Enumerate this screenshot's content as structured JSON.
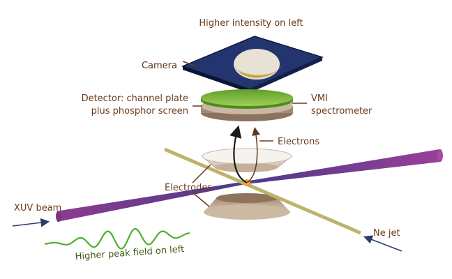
{
  "labels": {
    "top_note": "Higher intensity on left",
    "camera": "Camera",
    "detector_line1": "Detector: channel plate",
    "detector_line2": "plus phosphor screen",
    "vmi_line1": "VMI",
    "vmi_line2": "spectrometer",
    "electrons": "Electrons",
    "electrodes": "Electrodes",
    "xuv_beam": "XUV beam",
    "ne_jet": "Ne jet",
    "peak_field": "Higher peak field on left"
  },
  "colors": {
    "camera_face": "#1f2f6b",
    "detector_green": "#7ab83a",
    "electrode_tan": "#c8ad90",
    "xuv_purple": "#8a3f8e",
    "ne_jet": "#bdb36a",
    "wave_green": "#4caf2a",
    "label_brown": "#6b3a1a",
    "focus_orange": "#f29a1f"
  }
}
